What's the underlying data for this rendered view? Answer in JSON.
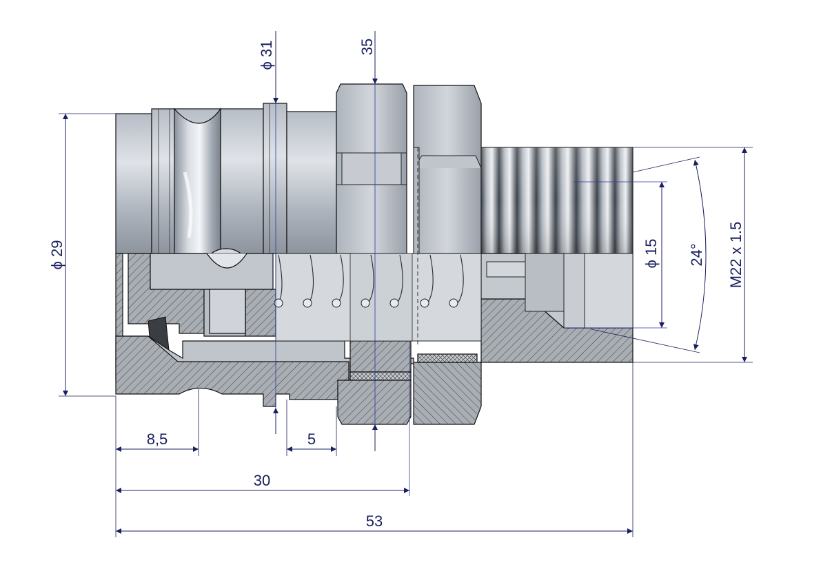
{
  "dimensions": {
    "dia_29": "ϕ 29",
    "dia_31": "ϕ 31",
    "hex_35": "35",
    "dia_15": "ϕ 15",
    "angle_24": "24°",
    "thread": "M22 x 1.5",
    "len_8_5": "8,5",
    "len_5": "5",
    "len_30": "30",
    "len_53": "53"
  },
  "colors": {
    "dimension": "#1a1f5e",
    "steel_light": "#c9ced6",
    "steel_mid": "#9aa1ab",
    "steel_dark": "#5c636d",
    "section_fill": "#a9aeb4",
    "seal": "#3a3d42"
  }
}
